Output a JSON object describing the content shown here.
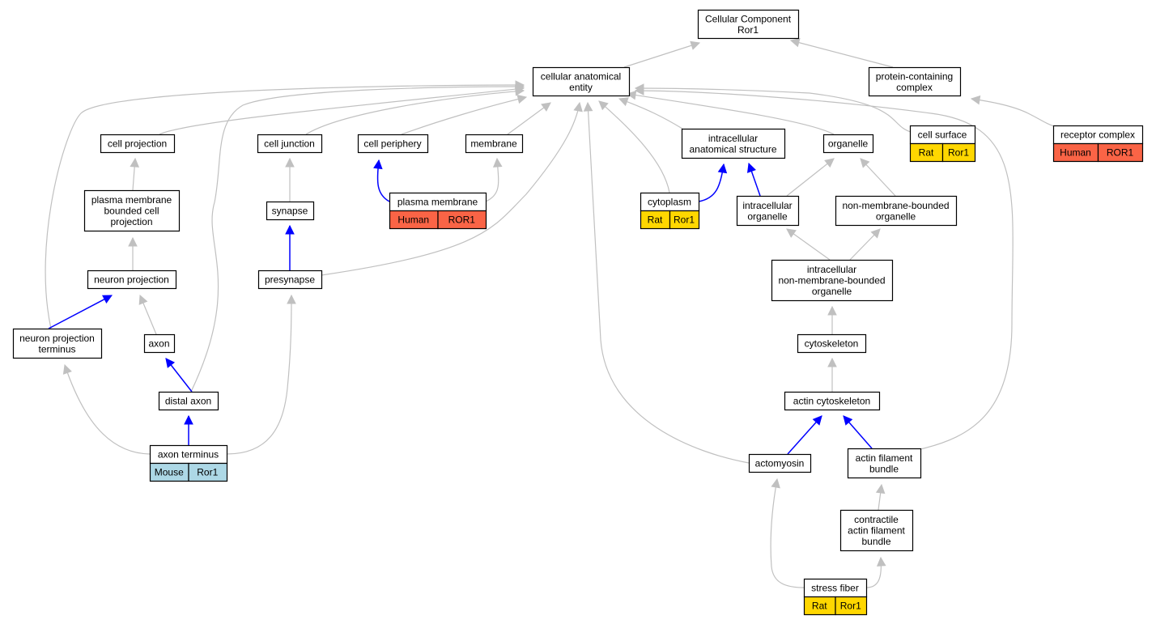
{
  "colors": {
    "edge_default": "#c0c0c0",
    "edge_highlight": "#0000ff",
    "node_border": "#000000",
    "node_fill": "#ffffff",
    "human": "#fa6446",
    "rat": "#ffd700",
    "mouse": "#add8e6"
  },
  "nodes": {
    "root": [
      "Cellular Component",
      "Ror1"
    ],
    "cae": [
      "cellular anatomical",
      "entity"
    ],
    "pcc": [
      "protein-containing",
      "complex"
    ],
    "cell_projection": [
      "cell projection"
    ],
    "cell_junction": [
      "cell junction"
    ],
    "cell_periphery": [
      "cell periphery"
    ],
    "membrane": [
      "membrane"
    ],
    "intracellular_anatomical_structure": [
      "intracellular",
      "anatomical structure"
    ],
    "organelle": [
      "organelle"
    ],
    "cell_surface": [
      "cell surface"
    ],
    "receptor_complex": [
      "receptor complex"
    ],
    "pmbcp": [
      "plasma membrane",
      "bounded cell",
      "projection"
    ],
    "synapse": [
      "synapse"
    ],
    "plasma_membrane": [
      "plasma membrane"
    ],
    "cytoplasm": [
      "cytoplasm"
    ],
    "intracellular_organelle": [
      "intracellular",
      "organelle"
    ],
    "nmbo": [
      "non-membrane-bounded",
      "organelle"
    ],
    "neuron_projection": [
      "neuron projection"
    ],
    "presynapse": [
      "presynapse"
    ],
    "inmbo": [
      "intracellular",
      "non-membrane-bounded",
      "organelle"
    ],
    "npt": [
      "neuron projection",
      "terminus"
    ],
    "axon": [
      "axon"
    ],
    "cytoskeleton": [
      "cytoskeleton"
    ],
    "distal_axon": [
      "distal axon"
    ],
    "actin_cytoskeleton": [
      "actin cytoskeleton"
    ],
    "axon_terminus": [
      "axon terminus"
    ],
    "actomyosin": [
      "actomyosin"
    ],
    "afb": [
      "actin filament",
      "bundle"
    ],
    "cafb": [
      "contractile",
      "actin filament",
      "bundle"
    ],
    "stress_fiber": [
      "stress fiber"
    ]
  },
  "annotations": {
    "cell_surface": {
      "species": "Rat",
      "gene": "Ror1"
    },
    "receptor_complex": {
      "species": "Human",
      "gene": "ROR1"
    },
    "plasma_membrane": {
      "species": "Human",
      "gene": "ROR1"
    },
    "cytoplasm": {
      "species": "Rat",
      "gene": "Ror1"
    },
    "axon_terminus": {
      "species": "Mouse",
      "gene": "Ror1"
    },
    "stress_fiber": {
      "species": "Rat",
      "gene": "Ror1"
    }
  }
}
